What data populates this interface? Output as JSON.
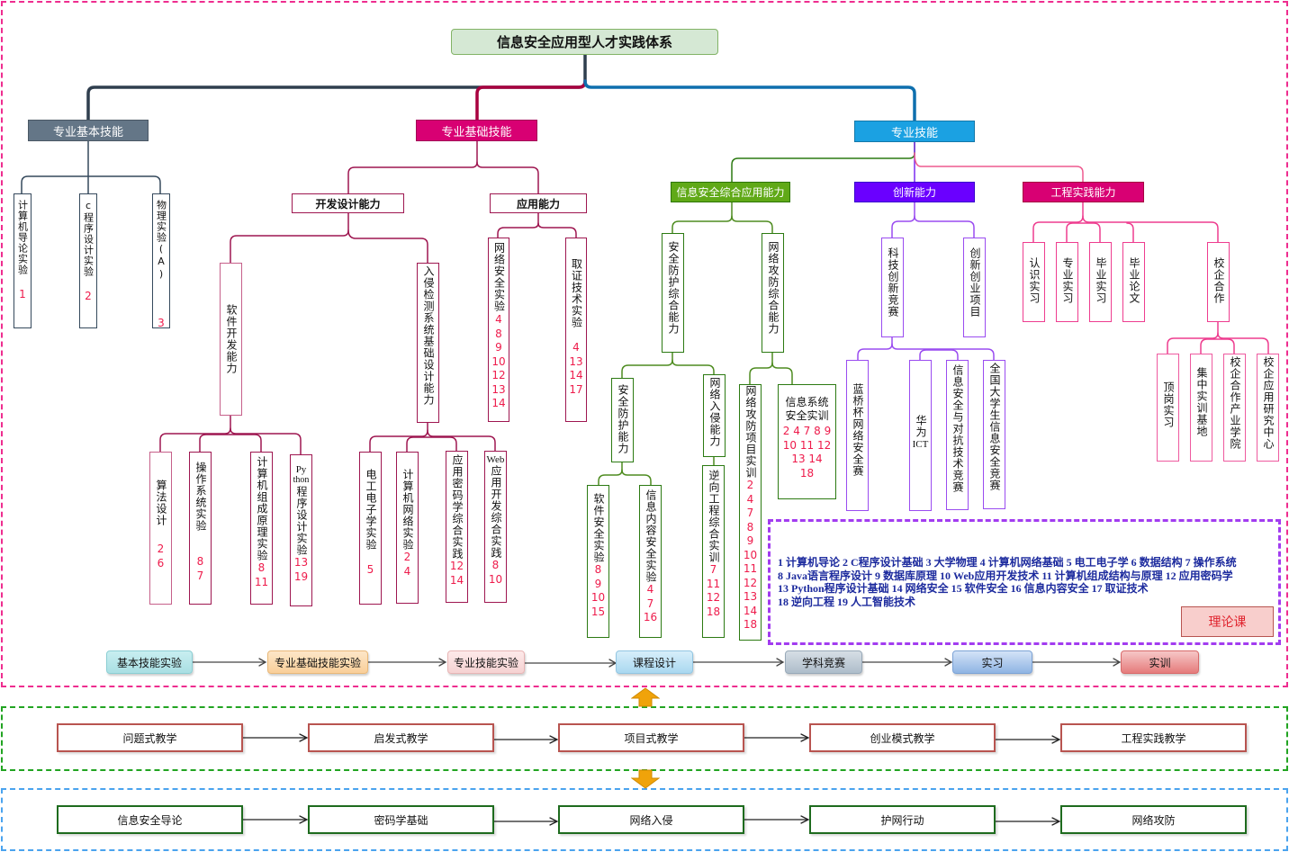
{
  "title": "信息安全应用型人才实践体系",
  "colors": {
    "frame_top": "#ee2d8f",
    "frame_mid": "#22a422",
    "frame_bot": "#4aa3ee",
    "legend_frame": "#a23cf0",
    "numbers": "#ee1b4b",
    "branch_basic": "#647687",
    "branch_foundation": "#d80073",
    "branch_skill": "#1ba1e2",
    "sub_comprehensive": "#60a917",
    "sub_innovation": "#6a00ff",
    "sub_engineering": "#d80073"
  },
  "branches": {
    "basic": {
      "label": "专业基本技能",
      "items": [
        {
          "label": "计算机导论实验",
          "nums": "1"
        },
        {
          "label": "c程序设计实验",
          "nums": "2"
        },
        {
          "label": "物理实验(A)",
          "nums": "3"
        }
      ]
    },
    "foundation": {
      "label": "专业基础技能",
      "dev": {
        "label": "开发设计能力",
        "software": {
          "label": "软件开发能力",
          "items": [
            {
              "label": "算法设计",
              "nums": "2\n6"
            },
            {
              "label": "操作系统实验",
              "nums": "8\n7"
            },
            {
              "label": "计算机组成原理实验",
              "nums": "8\n11"
            },
            {
              "label": "Python程序设计实验",
              "label_top": "Py",
              "label_mid": "thon",
              "label_rest": "程序设计实验",
              "nums": "13\n19"
            }
          ]
        },
        "ids": {
          "label": "入侵检测系统基础设计能力",
          "items": [
            {
              "label": "电工电子学实验",
              "nums": "5"
            },
            {
              "label": "计算机网络实验",
              "nums": "2\n4"
            },
            {
              "label": "应用密码学综合实践",
              "nums": "12\n14"
            },
            {
              "label": "Web应用开发综合实践",
              "label_top": "Web",
              "label_rest": "应用开发综合实践",
              "nums": "8\n10"
            }
          ]
        }
      },
      "app": {
        "label": "应用能力",
        "items": [
          {
            "label": "网络安全实验",
            "nums": "4\n8\n9\n10\n12\n13\n14"
          },
          {
            "label": "取证技术实验",
            "nums": "4\n13\n14\n17"
          }
        ]
      }
    },
    "skill": {
      "label": "专业技能",
      "comprehensive": {
        "label": "信息安全综合应用能力",
        "protect": {
          "label": "安全防护综合能力",
          "sub": {
            "label": "安全防护能力",
            "items": [
              {
                "label": "软件安全实验",
                "nums": "8\n9\n10\n15"
              },
              {
                "label": "信息内容安全实验",
                "nums": "4\n7\n16"
              }
            ]
          },
          "intrusion": {
            "label": "网络入侵能力",
            "items": [
              {
                "label": "逆向工程综合实训",
                "nums": "7\n11\n12\n18"
              }
            ]
          }
        },
        "attack": {
          "label": "网络攻防综合能力",
          "items": [
            {
              "label": "网络攻防项目实训",
              "nums": "2\n4\n7\n8\n9\n10\n11\n12\n13\n14\n18"
            },
            {
              "label": "信息系统安全实训",
              "nums": "2 4 7 8 9\n10 11 12\n13  14\n18"
            }
          ]
        }
      },
      "innovation": {
        "label": "创新能力",
        "contest": {
          "label": "科技创新竞赛",
          "items": [
            {
              "label": "蓝桥杯网络安全赛"
            },
            {
              "label": "华为ICT",
              "label_top": "华为",
              "label_rest": "ICT"
            },
            {
              "label": "信息安全与对抗技术竞赛"
            },
            {
              "label": "全国大学生信息安全竞赛"
            }
          ]
        },
        "startup": {
          "label": "创新创业项目"
        }
      },
      "engineering": {
        "label": "工程实践能力",
        "items": [
          {
            "label": "认识实习"
          },
          {
            "label": "专业实习"
          },
          {
            "label": "毕业实习"
          },
          {
            "label": "毕业论文"
          }
        ],
        "coop": {
          "label": "校企合作",
          "items": [
            {
              "label": "顶岗实习"
            },
            {
              "label": "集中实训基地"
            },
            {
              "label": "校企合作产业学院"
            },
            {
              "label": "校企应用研究中心"
            }
          ]
        }
      }
    }
  },
  "legend": {
    "lines": [
      "1 计算机导论  2 C程序设计基础  3 大学物理  4 计算机网络基础  5 电工电子学  6 数据结构 7 操作系统",
      "8 Java语言程序设计  9 数据库原理 10 Web应用开发技术 11 计算机组成结构与原理  12 应用密码学",
      "13 Python程序设计基础 14 网络安全  15 软件安全  16  信息内容安全 17  取证技术",
      "18 逆向工程 19 人工智能技术"
    ],
    "theory_label": "理论课"
  },
  "practice_flow": [
    {
      "label": "基本技能实验",
      "color": "#b0e3e6"
    },
    {
      "label": "专业基础技能实验",
      "color": "#fad7ac"
    },
    {
      "label": "专业技能实验",
      "color": "#f8d9d9"
    },
    {
      "label": "课程设计",
      "color": "#b1ddf0"
    },
    {
      "label": "学科竞赛",
      "color": "#bac8d3"
    },
    {
      "label": "实习",
      "color": "#9dbfe8"
    },
    {
      "label": "实训",
      "color": "#ea8585"
    }
  ],
  "teaching_flow": [
    "问题式教学",
    "启发式教学",
    "项目式教学",
    "创业模式教学",
    "工程实践教学"
  ],
  "course_flow": [
    "信息安全导论",
    "密码学基础",
    "网络入侵",
    "护网行动",
    "网络攻防"
  ]
}
